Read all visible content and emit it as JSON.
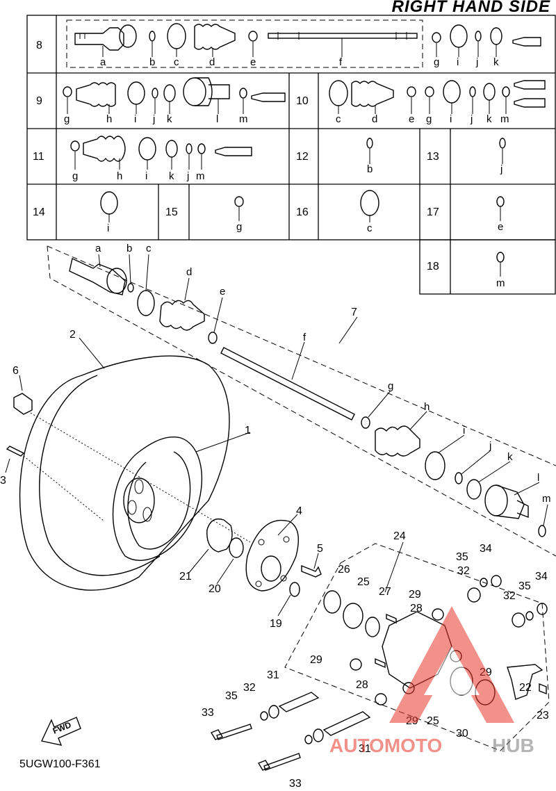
{
  "header": {
    "title": "RIGHT HAND SIDE"
  },
  "kits": [
    {
      "no": "8",
      "items": [
        "a",
        "b",
        "c",
        "d",
        "e",
        "f",
        "g",
        "i",
        "j",
        "k"
      ]
    },
    {
      "no": "9",
      "items": [
        "g",
        "h",
        "i",
        "j",
        "k",
        "l",
        "m"
      ]
    },
    {
      "no": "10",
      "items": [
        "c",
        "d",
        "e",
        "g",
        "i",
        "j",
        "k",
        "m"
      ]
    },
    {
      "no": "11",
      "items": [
        "g",
        "h",
        "i",
        "k",
        "j",
        "m"
      ]
    },
    {
      "no": "12",
      "items": [
        "b"
      ]
    },
    {
      "no": "13",
      "items": [
        "j"
      ]
    },
    {
      "no": "14",
      "items": [
        "i"
      ]
    },
    {
      "no": "15",
      "items": [
        "g"
      ]
    },
    {
      "no": "16",
      "items": [
        "c"
      ]
    },
    {
      "no": "17",
      "items": [
        "e"
      ]
    },
    {
      "no": "18",
      "items": [
        "m"
      ]
    }
  ],
  "callouts": {
    "shaft": [
      "a",
      "b",
      "c",
      "d",
      "e",
      "f",
      "g",
      "h",
      "i",
      "j",
      "k",
      "l",
      "m"
    ],
    "numbers": [
      "1",
      "2",
      "3",
      "4",
      "5",
      "6",
      "7",
      "19",
      "20",
      "21",
      "22",
      "23",
      "24",
      "25",
      "25",
      "26",
      "27",
      "28",
      "28",
      "29",
      "29",
      "29",
      "29",
      "30",
      "31",
      "31",
      "32",
      "32",
      "32",
      "33",
      "33",
      "34",
      "34",
      "35",
      "35",
      "35"
    ]
  },
  "footer": {
    "code": "5UGW100-F361",
    "fwd_label": "FWD"
  },
  "watermark": {
    "word1": "AUTOMOTO",
    "word2": "HUB",
    "color_red": "#e8372b",
    "color_gray": "#7a7a7a"
  }
}
